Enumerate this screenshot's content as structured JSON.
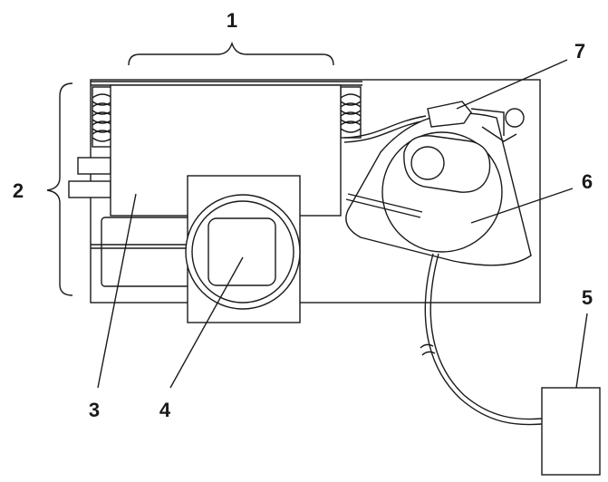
{
  "diagram": {
    "callouts": {
      "c1": "1",
      "c2": "2",
      "c3": "3",
      "c4": "4",
      "c5": "5",
      "c6": "6",
      "c7": "7"
    },
    "colors": {
      "line": "#1a1a1a",
      "fill": "#ffffff",
      "background": "#ffffff"
    }
  }
}
